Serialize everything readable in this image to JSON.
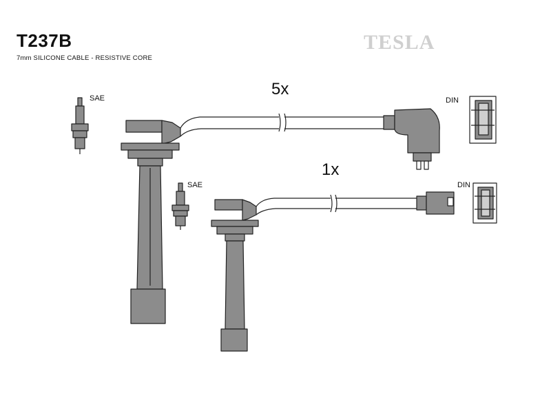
{
  "header": {
    "code": "T237B",
    "subtitle": "7mm SILICONE CABLE - RESISTIVE CORE",
    "brand": "TESLA"
  },
  "lead_sets": [
    {
      "quantity_label": "5x",
      "plug_standard_label": "SAE",
      "terminal_standard_label": "DIN"
    },
    {
      "quantity_label": "1x",
      "plug_standard_label": "SAE",
      "terminal_standard_label": "DIN"
    }
  ],
  "colors": {
    "part_fill": "#8c8c8c",
    "outline": "#222222",
    "brand_text": "#cfcfcf"
  }
}
